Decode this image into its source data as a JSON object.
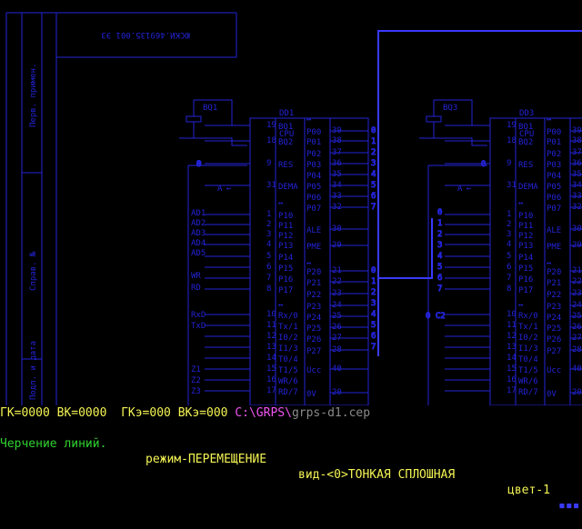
{
  "drawing": {
    "title_block_text": "ЮСКИ.469135.001 ЭЗ",
    "side_labels": [
      "Перв. примен.",
      "Справ. №",
      "Подп. и дата"
    ],
    "left_chip": {
      "power_ref": "BQ1",
      "ref": "DD1",
      "cpu": "CPU",
      "pins_left": [
        {
          "name": "BQ1",
          "num": "19"
        },
        {
          "name": "BQ2",
          "num": "18"
        },
        {
          "name": "RES",
          "num": "9"
        },
        {
          "name": "DEMA",
          "num": "31"
        },
        {
          "name": "↔",
          "num": ""
        },
        {
          "name": "P10",
          "num": "1"
        },
        {
          "name": "P11",
          "num": "2"
        },
        {
          "name": "P12",
          "num": "3"
        },
        {
          "name": "P13",
          "num": "4"
        },
        {
          "name": "P14",
          "num": "5"
        },
        {
          "name": "P15",
          "num": "6"
        },
        {
          "name": "P16",
          "num": "7"
        },
        {
          "name": "P17",
          "num": "8"
        },
        {
          "name": "↔",
          "num": ""
        },
        {
          "name": "Rx/0",
          "num": "10"
        },
        {
          "name": "Tx/1",
          "num": "11"
        },
        {
          "name": "I0/2",
          "num": "12"
        },
        {
          "name": "I1/3",
          "num": "13"
        },
        {
          "name": "T0/4",
          "num": "14"
        },
        {
          "name": "T1/5",
          "num": "15"
        },
        {
          "name": "WR/6",
          "num": "16"
        },
        {
          "name": "RD/7",
          "num": "17"
        }
      ],
      "pins_right": [
        {
          "name": "↔",
          "num": ""
        },
        {
          "name": "P00",
          "num": "39"
        },
        {
          "name": "P01",
          "num": "38"
        },
        {
          "name": "P02",
          "num": "37"
        },
        {
          "name": "P03",
          "num": "36"
        },
        {
          "name": "P04",
          "num": "35"
        },
        {
          "name": "P05",
          "num": "34"
        },
        {
          "name": "P06",
          "num": "33"
        },
        {
          "name": "P07",
          "num": "32"
        },
        {
          "name": "ALE",
          "num": "30"
        },
        {
          "name": "PME",
          "num": "29"
        },
        {
          "name": "↔",
          "num": ""
        },
        {
          "name": "P20",
          "num": "21"
        },
        {
          "name": "P21",
          "num": "22"
        },
        {
          "name": "P22",
          "num": "23"
        },
        {
          "name": "P23",
          "num": "24"
        },
        {
          "name": "P24",
          "num": "25"
        },
        {
          "name": "P25",
          "num": "26"
        },
        {
          "name": "P26",
          "num": "27"
        },
        {
          "name": "P27",
          "num": "28"
        },
        {
          "name": "Ucc",
          "num": "40"
        },
        {
          "name": "0V",
          "num": "20"
        }
      ],
      "signals": [
        "AD1",
        "AD2",
        "AD3",
        "AD4",
        "AD5",
        "WR",
        "RD",
        "RxD",
        "TxD",
        "Z1",
        "Z2",
        "Z3"
      ]
    },
    "right_chip": {
      "power_ref": "BQ3",
      "ref": "DD3",
      "cpu": "CPU",
      "bus_label": "0 C2"
    },
    "bus_numbers": [
      "0",
      "1",
      "2",
      "3",
      "4",
      "5",
      "6",
      "7"
    ],
    "arrow_label": "A"
  },
  "status": {
    "gk_label": "ГК=",
    "gk_value": "0000",
    "vk_label": " ВК=",
    "vk_value": "0000",
    "gke_label": "  ГКэ=",
    "gke_value": "000",
    "vke_label": " ВКэ=",
    "vke_value": "000",
    "path_dir": " C:\\GRPS\\",
    "file_name": "grps-d1.cep",
    "mode_text": "Черчение линий.",
    "regime_text": "режим-ПЕРЕМЕЩЕНИЕ",
    "view_text": "вид-<0>ТОНКАЯ СПЛОШНАЯ",
    "color_text": "цвет-1",
    "color_swatch": "▪▪▪",
    "colors": {
      "drawing": "#2323d8",
      "highlight": "#3a3aff",
      "yellow": "#f4f454",
      "magenta": "#f054f0",
      "green": "#2fd02f"
    }
  }
}
